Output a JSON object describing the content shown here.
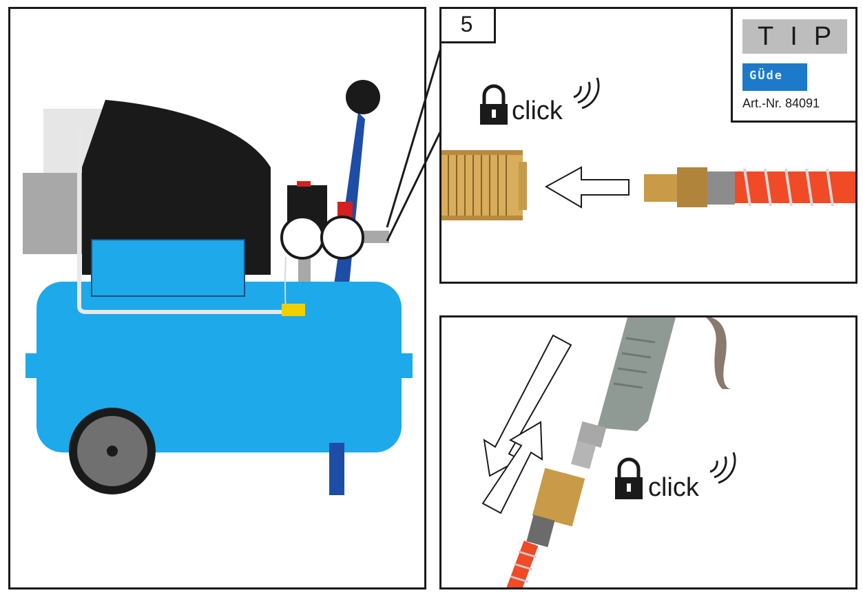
{
  "step": {
    "number": "5"
  },
  "tip": {
    "title": "TIP",
    "brand": "GÜde",
    "article": "Art.-Nr. 84091"
  },
  "labels": {
    "click_top": "click",
    "click_bottom": "click"
  },
  "colors": {
    "tank": "#1ea9ea",
    "hose": "#f04a26",
    "brass": "#c99a47",
    "brand": "#1d79c9"
  }
}
